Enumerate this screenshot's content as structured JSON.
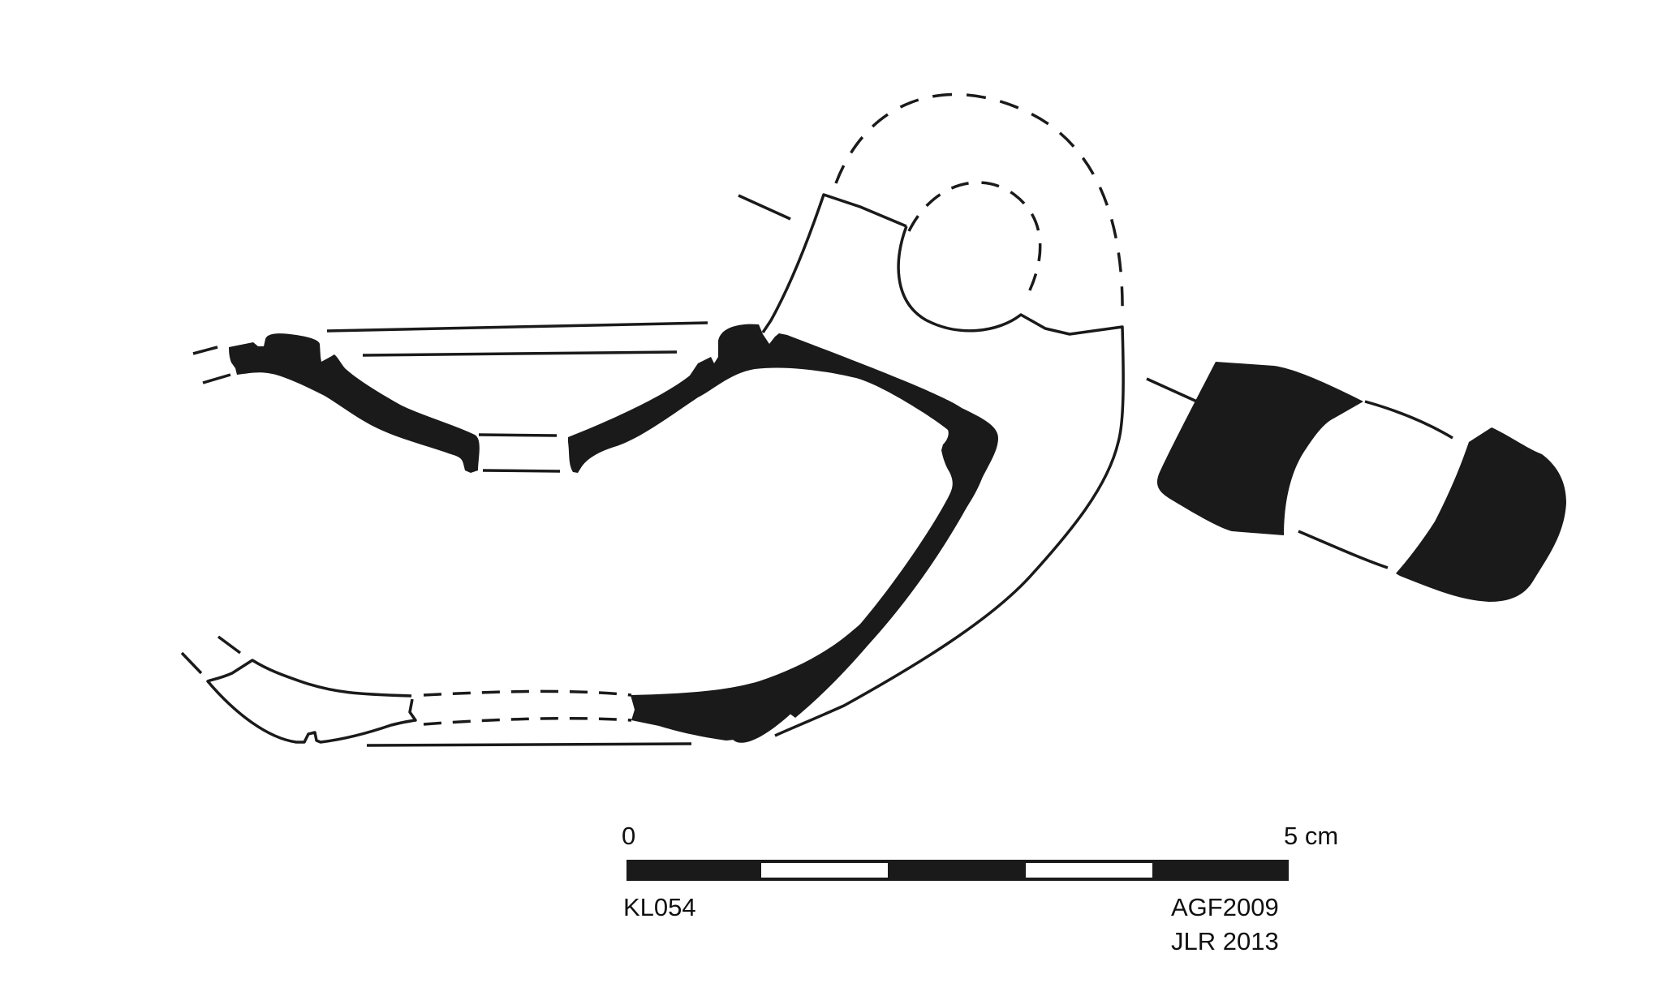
{
  "scale": {
    "start_label": "0",
    "end_label": "5 cm",
    "segment_fills": [
      "black",
      "white",
      "black",
      "white",
      "black"
    ]
  },
  "labels": {
    "id": "KL054",
    "project": "AGF2009",
    "credit": "JLR 2013"
  },
  "colors": {
    "ink": "#1a1a1a",
    "paper": "#ffffff"
  }
}
